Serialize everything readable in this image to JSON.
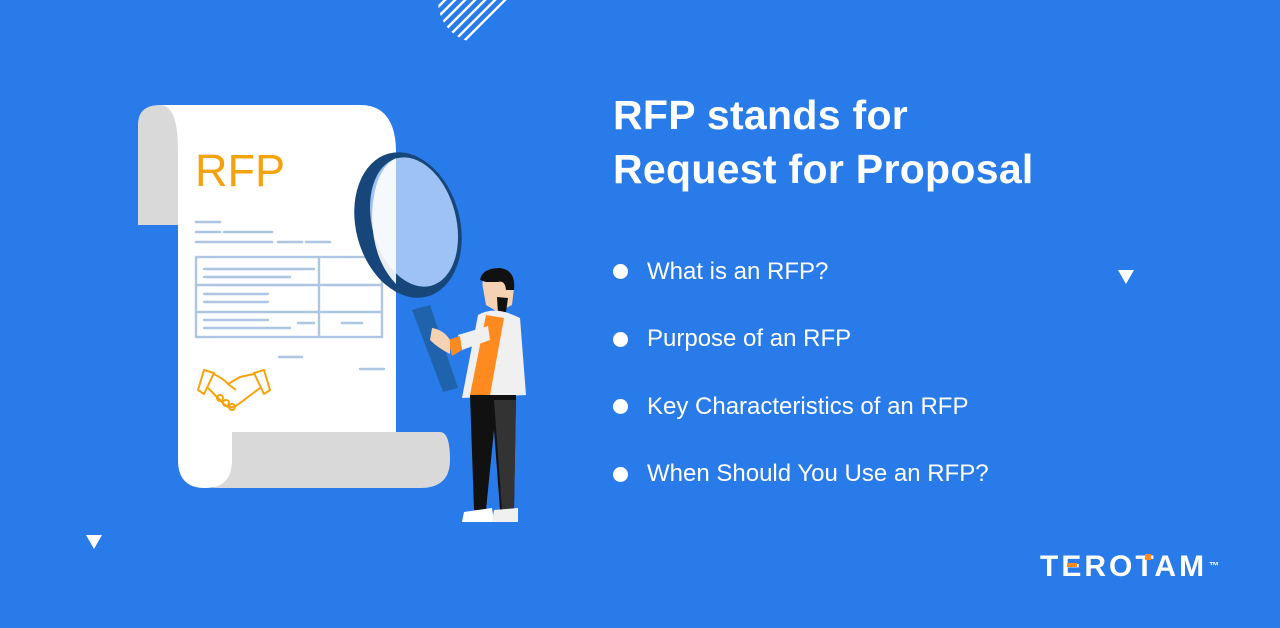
{
  "colors": {
    "background": "#297bea",
    "accent_orange": "#f5a30d",
    "text": "#ffffff",
    "paper": "#ffffff",
    "paper_shadow": "#d9d9d9",
    "doc_lines": "#aec6e1",
    "lens_dark": "#17467a",
    "lens_glass": "#9dc2f3",
    "logo_orange": "#ff8a1f"
  },
  "illustration": {
    "document_label": "RFP",
    "icons": [
      "scroll-document-icon",
      "magnifying-glass-icon",
      "handshake-icon",
      "person-icon"
    ]
  },
  "heading": {
    "line1": "RFP stands for",
    "line2": "Request for Proposal"
  },
  "bullets": [
    {
      "label": "What is an RFP?"
    },
    {
      "label": "Purpose of an RFP"
    },
    {
      "label": "Key Characteristics of an RFP"
    },
    {
      "label": "When Should You Use an RFP?"
    }
  ],
  "logo": {
    "text": "TEROTAM",
    "trademark": "™"
  }
}
